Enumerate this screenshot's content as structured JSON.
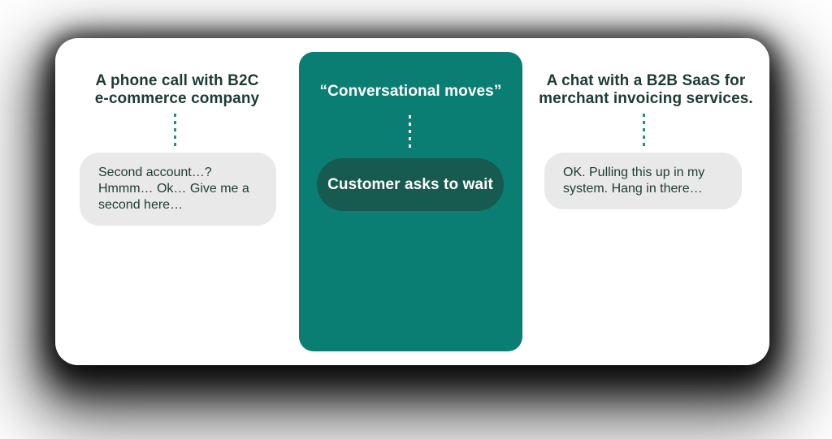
{
  "colors": {
    "panel_teal": "#0A7E72",
    "pill_teal": "#165A50",
    "text_dark": "#1E3B35",
    "bubble_gray": "#E9E9E9",
    "dot_teal": "#2A8C80",
    "white": "#FFFFFF"
  },
  "left_column": {
    "heading_lines": [
      "A phone call with B2C",
      "e-commerce company"
    ],
    "bubble_lines": [
      "Second account…?",
      "Hmmm… Ok… Give me a",
      "second here…"
    ]
  },
  "center_panel": {
    "heading": "“Conversational moves”",
    "pill_label": "Customer asks to wait"
  },
  "right_column": {
    "heading_lines": [
      "A chat with a B2B SaaS for",
      "merchant invoicing services."
    ],
    "bubble_lines": [
      "OK. Pulling this up in my",
      "system. Hang in there…"
    ]
  }
}
